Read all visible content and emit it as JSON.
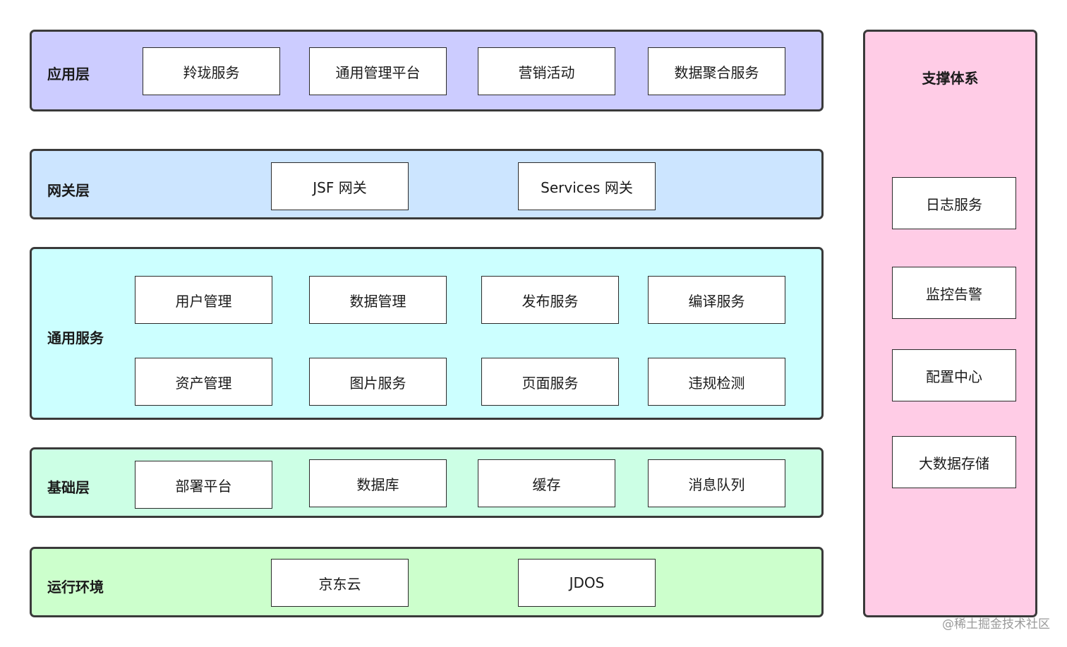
{
  "layers": {
    "app": {
      "title": "应用层",
      "color": "#ccccff",
      "items": [
        "羚珑服务",
        "通用管理平台",
        "营销活动",
        "数据聚合服务"
      ]
    },
    "gateway": {
      "title": "网关层",
      "color": "#cce5ff",
      "items": [
        "JSF 网关",
        "Services 网关"
      ]
    },
    "common": {
      "title": "通用服务",
      "color": "#ccffff",
      "items": [
        "用户管理",
        "数据管理",
        "发布服务",
        "编译服务",
        "资产管理",
        "图片服务",
        "页面服务",
        "违规检测"
      ]
    },
    "base": {
      "title": "基础层",
      "color": "#ccffe5",
      "items": [
        "部署平台",
        "数据库",
        "缓存",
        "消息队列"
      ]
    },
    "runtime": {
      "title": "运行环境",
      "color": "#ccffcc",
      "items": [
        "京东云",
        "JDOS"
      ]
    }
  },
  "support": {
    "title": "支撑体系",
    "color": "#ffcce6",
    "items": [
      "日志服务",
      "监控告警",
      "配置中心",
      "大数据存储"
    ]
  },
  "watermark": "@稀土掘金技术社区"
}
